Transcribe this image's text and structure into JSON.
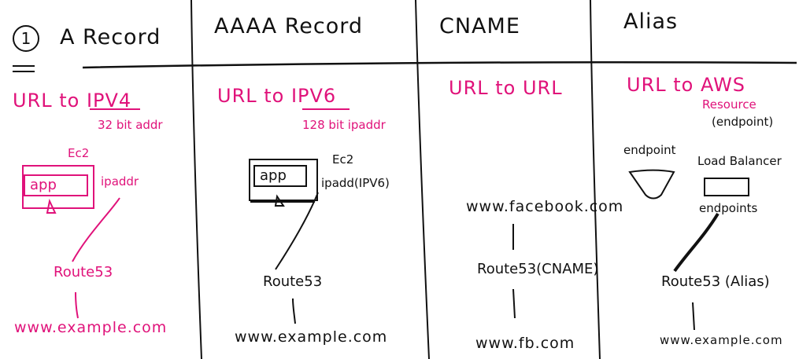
{
  "colors": {
    "ink": "#111111",
    "accent": "#e0127a"
  },
  "header": {
    "marker": "1",
    "columns": [
      "A Record",
      "AAAA Record",
      "CNAME",
      "Alias"
    ]
  },
  "col_a": {
    "subtitle": "URL to IPV4",
    "note": "32 bit addr",
    "ec2_label": "Ec2",
    "app_label": "app",
    "ip_label": "ipaddr",
    "route53": "Route53",
    "domain": "www.example.com"
  },
  "col_aaaa": {
    "subtitle": "URL to IPV6",
    "note": "128 bit ipaddr",
    "ec2_label": "Ec2",
    "app_label": "app",
    "ip_label": "ipadd(IPV6)",
    "route53": "Route53",
    "domain": "www.example.com"
  },
  "col_cname": {
    "subtitle": "URL to URL",
    "source": "www.facebook.com",
    "route53": "Route53(CNAME)",
    "domain": "www.fb.com"
  },
  "col_alias": {
    "subtitle": "URL to AWS",
    "subtitle2": "Resource",
    "subtitle3": "(endpoint)",
    "endpoint_label": "endpoint",
    "lb_label": "Load Balancer",
    "endpoints_label": "endpoints",
    "route53": "Route53 (Alias)",
    "domain": "www.example.com"
  }
}
